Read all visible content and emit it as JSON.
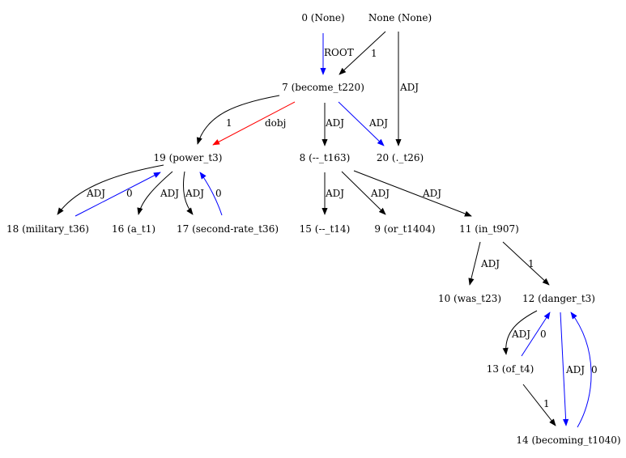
{
  "colors": {
    "black": "#000000",
    "blue": "#0000ff",
    "red": "#ff0000"
  },
  "nodes": {
    "n0": "0 (None)",
    "nNone": "None (None)",
    "n7": "7 (become_t220)",
    "n19": "19 (power_t3)",
    "n8": "8 (--_t163)",
    "n20": "20 (._t26)",
    "n18": "18 (military_t36)",
    "n16": "16 (a_t1)",
    "n17": "17 (second-rate_t36)",
    "n15": "15 (--_t14)",
    "n9": "9 (or_t1404)",
    "n11": "11 (in_t907)",
    "n10": "10 (was_t23)",
    "n12": "12 (danger_t3)",
    "n13": "13 (of_t4)",
    "n14": "14 (becoming_t1040)"
  },
  "edges": [
    {
      "id": "e-0-7",
      "label": "ROOT",
      "color": "blue"
    },
    {
      "id": "e-none-7",
      "label": "1",
      "color": "black"
    },
    {
      "id": "e-none-20",
      "label": "ADJ",
      "color": "black"
    },
    {
      "id": "e-7-19-a",
      "label": "1",
      "color": "black"
    },
    {
      "id": "e-7-19-b",
      "label": "dobj",
      "color": "red"
    },
    {
      "id": "e-7-8",
      "label": "ADJ",
      "color": "black"
    },
    {
      "id": "e-7-20",
      "label": "ADJ",
      "color": "blue"
    },
    {
      "id": "e-19-18",
      "label": "ADJ",
      "color": "black"
    },
    {
      "id": "e-18-19",
      "label": "0",
      "color": "blue"
    },
    {
      "id": "e-19-16",
      "label": "ADJ",
      "color": "black"
    },
    {
      "id": "e-19-17",
      "label": "ADJ",
      "color": "black"
    },
    {
      "id": "e-17-19",
      "label": "0",
      "color": "blue"
    },
    {
      "id": "e-8-15",
      "label": "ADJ",
      "color": "black"
    },
    {
      "id": "e-8-9",
      "label": "ADJ",
      "color": "black"
    },
    {
      "id": "e-8-11",
      "label": "ADJ",
      "color": "black"
    },
    {
      "id": "e-11-10",
      "label": "ADJ",
      "color": "black"
    },
    {
      "id": "e-11-12",
      "label": "1",
      "color": "black"
    },
    {
      "id": "e-12-13",
      "label": "ADJ",
      "color": "black"
    },
    {
      "id": "e-13-12",
      "label": "0",
      "color": "blue"
    },
    {
      "id": "e-13-14",
      "label": "1",
      "color": "black"
    },
    {
      "id": "e-12-14",
      "label": "ADJ",
      "color": "blue"
    },
    {
      "id": "e-14-12",
      "label": "0",
      "color": "blue"
    }
  ]
}
